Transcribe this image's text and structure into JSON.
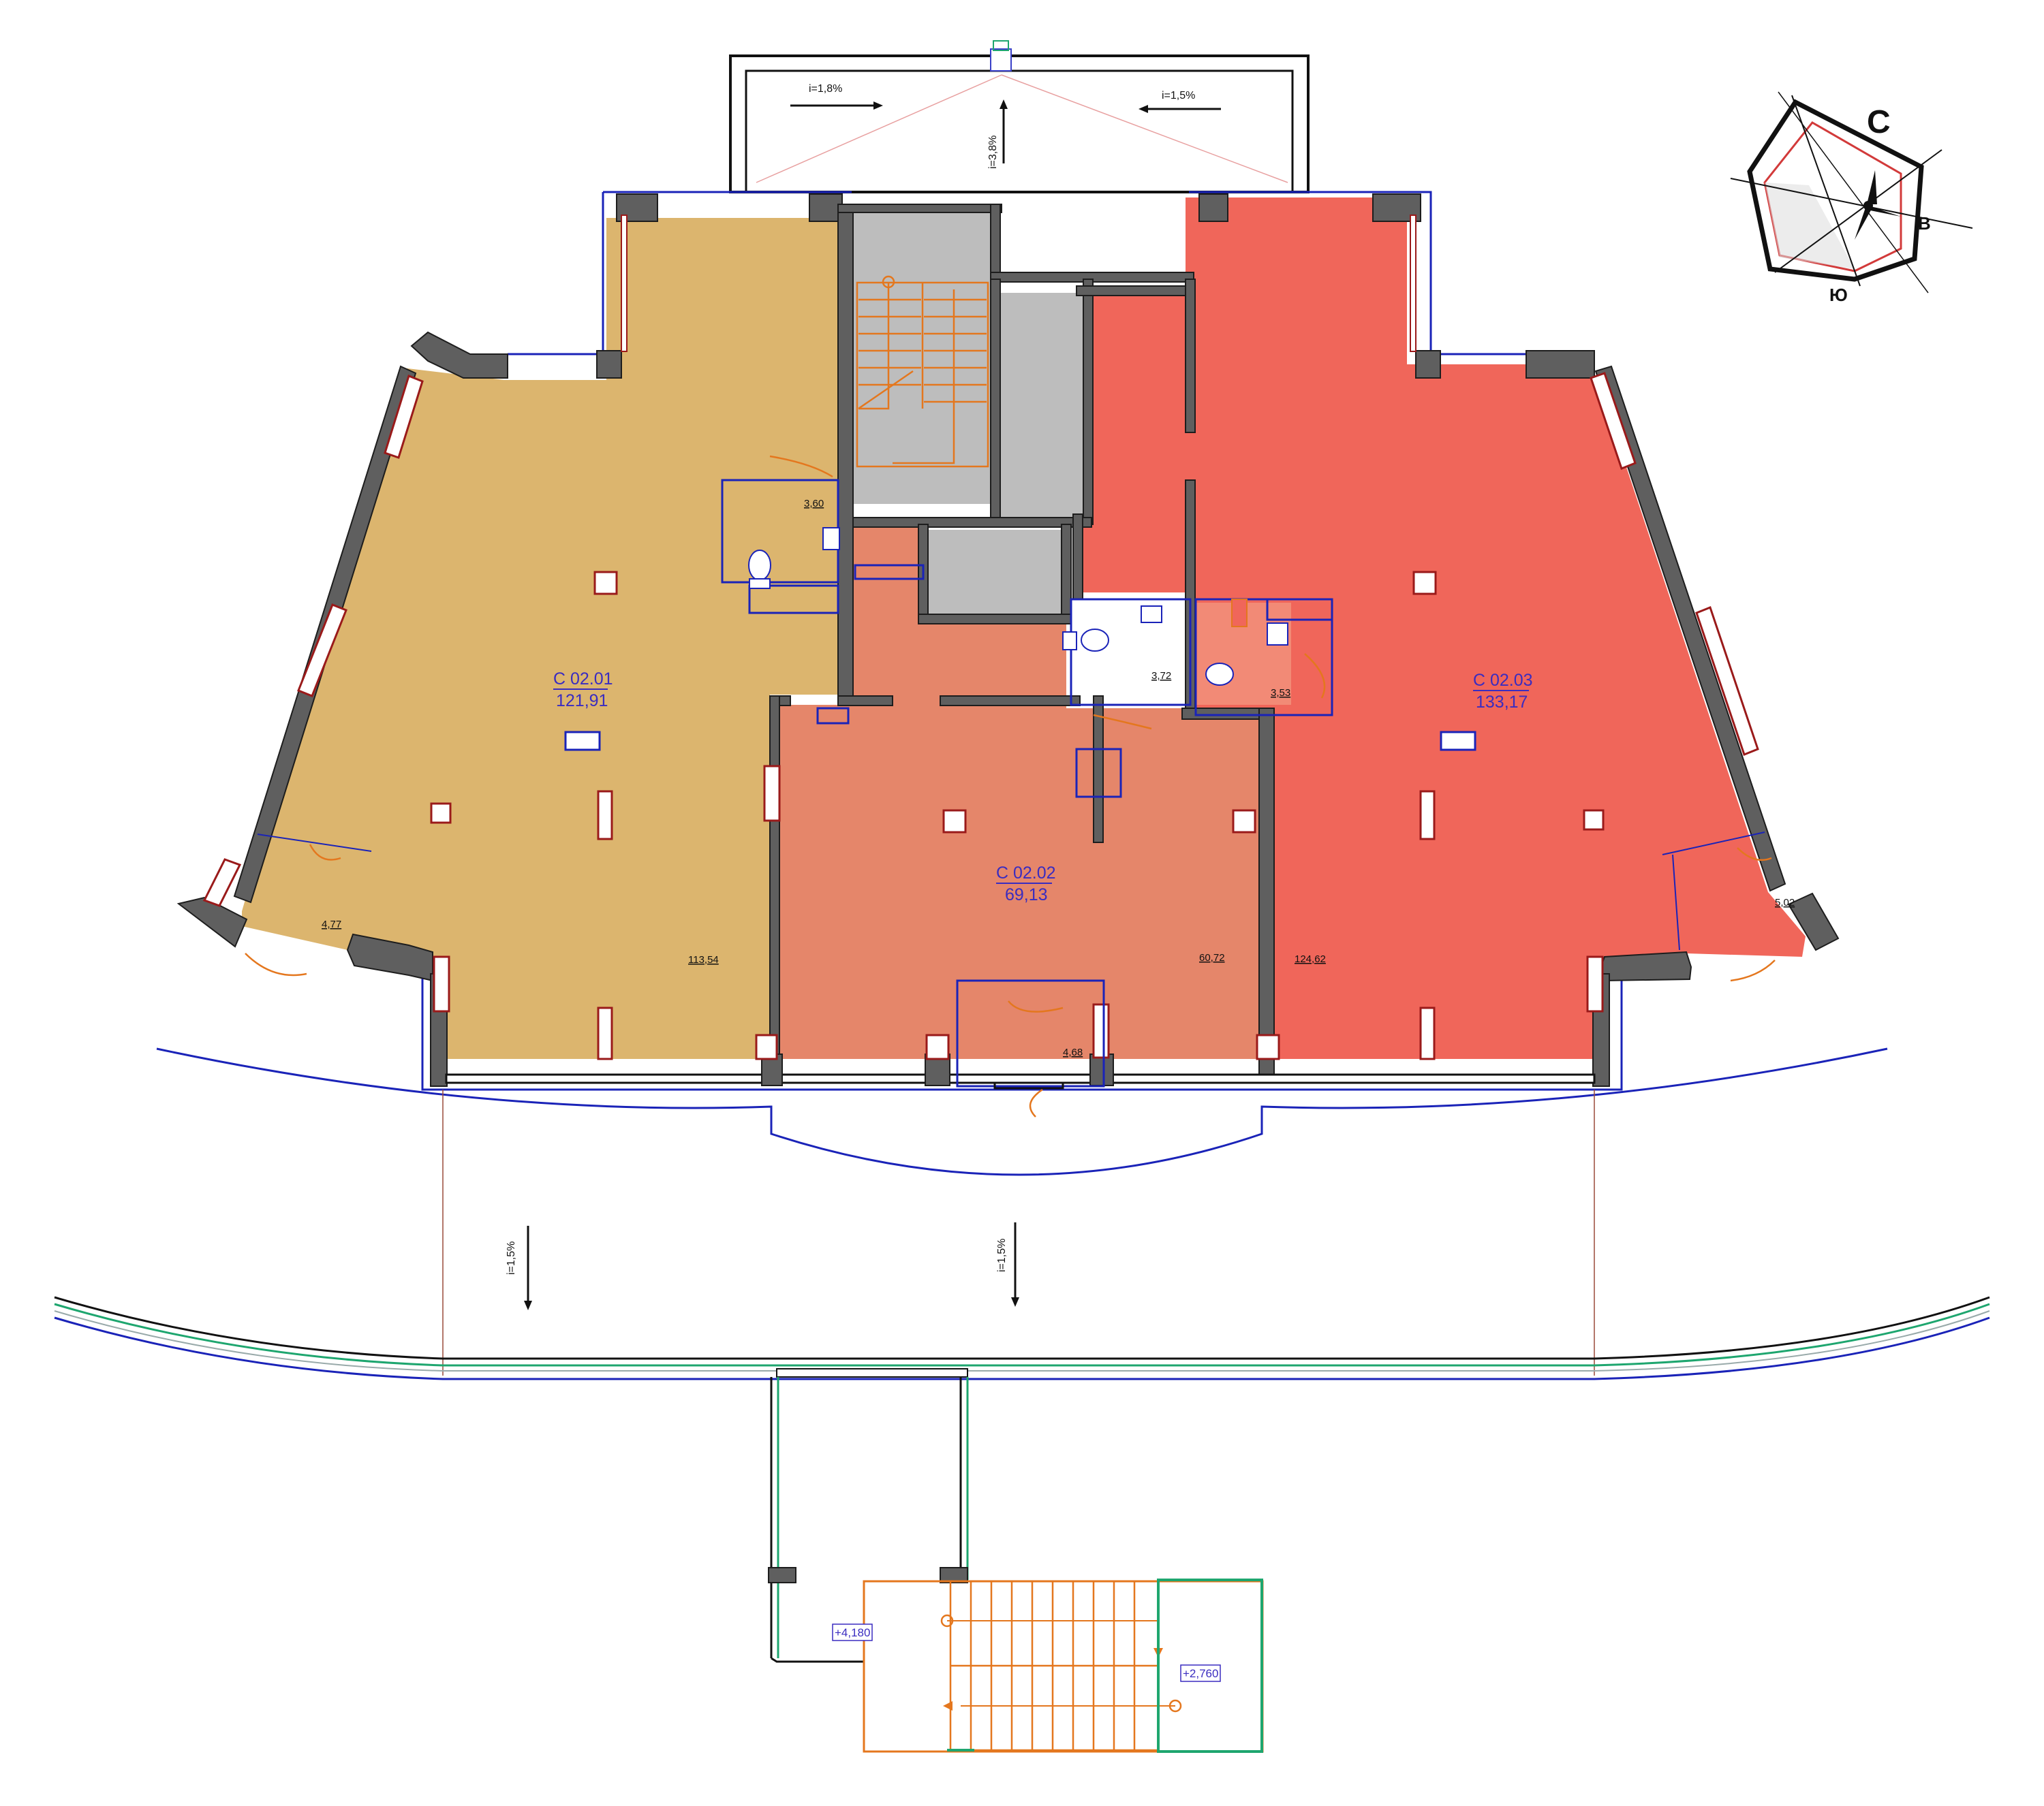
{
  "colors": {
    "unit_01": "#dcb56e",
    "unit_02": "#e5866a",
    "unit_03": "#f0665a",
    "shaft": "#bdbdbd",
    "wall": "#5f5f5f",
    "window_frame": "#9a1a1a",
    "dimension_line": "#1a23b8",
    "stair_line": "#e4771e",
    "green_rail": "#1ea66f"
  },
  "units": [
    {
      "code": "С 02.01",
      "area": "121,91"
    },
    {
      "code": "С 02.02",
      "area": "69,13"
    },
    {
      "code": "С 02.03",
      "area": "133,17"
    }
  ],
  "rooms": [
    {
      "area": "3,60"
    },
    {
      "area": "4,77"
    },
    {
      "area": "113,54"
    },
    {
      "area": "3,72"
    },
    {
      "area": "3,53"
    },
    {
      "area": "60,72"
    },
    {
      "area": "4,68"
    },
    {
      "area": "124,62"
    },
    {
      "area": "5,02"
    }
  ],
  "slopes": [
    {
      "text": "i=1,8%"
    },
    {
      "text": "i=1,5%"
    },
    {
      "text": "i=3,8%"
    },
    {
      "text": "i=1,5%"
    },
    {
      "text": "i=1,5%"
    }
  ],
  "level_marks": [
    {
      "text": "+4,180"
    },
    {
      "text": "+2,760"
    }
  ],
  "compass": {
    "north": "С",
    "east": "В",
    "south": "Ю"
  }
}
